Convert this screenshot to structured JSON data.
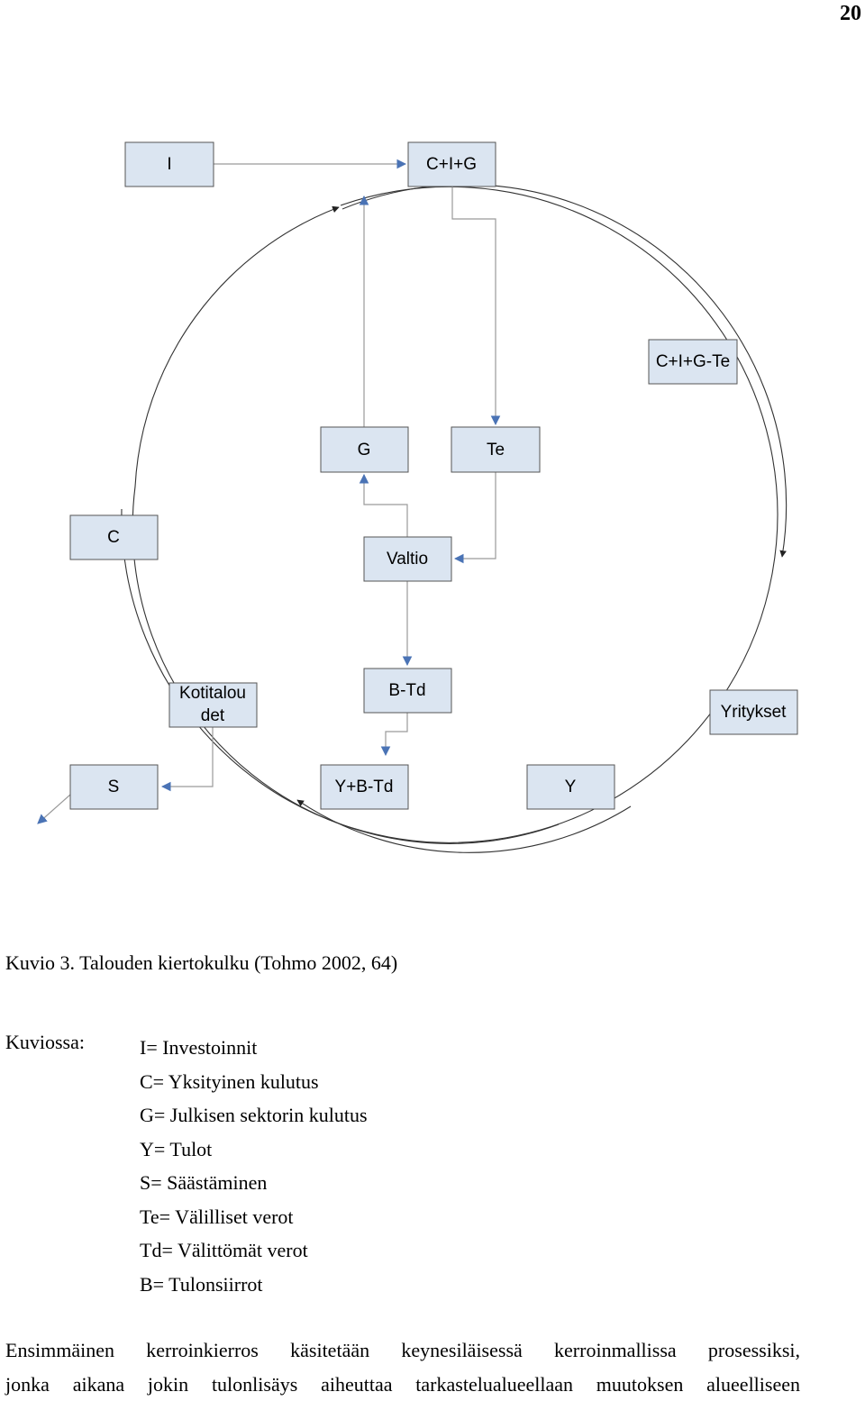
{
  "page_number": "20",
  "diagram": {
    "nodes": {
      "i": "I",
      "cig": "C+I+G",
      "cigte": "C+I+G-Te",
      "g": "G",
      "te": "Te",
      "c": "C",
      "valtio": "Valtio",
      "kotitaloudet_1": "Kotitalou",
      "kotitaloudet_2": "det",
      "btd": "B-Td",
      "yritykset": "Yritykset",
      "s": "S",
      "ybtd": "Y+B-Td",
      "y": "Y"
    }
  },
  "caption": "Kuvio 3. Talouden kiertokulku (Tohmo 2002, 64)",
  "legend": {
    "title": "Kuviossa:",
    "items": [
      "I= Investoinnit",
      "C= Yksityinen kulutus",
      "G= Julkisen sektorin kulutus",
      "Y= Tulot",
      "S= Säästäminen",
      "Te= Välilliset verot",
      "Td= Välittömät verot",
      "B= Tulonsiirrot"
    ]
  },
  "body_text": [
    "Ensimmäinen kerroinkierros käsitetään keynesiläisessä kerroinmallissa prosessiksi,",
    "jonka aikana jokin tulonlisäys aiheuttaa tarkastelualueellaan muutoksen alueelliseen"
  ],
  "colors": {
    "box_fill": "#dbe5f1",
    "arrow": "#4a73b5",
    "connector": "#9a9a9a"
  }
}
